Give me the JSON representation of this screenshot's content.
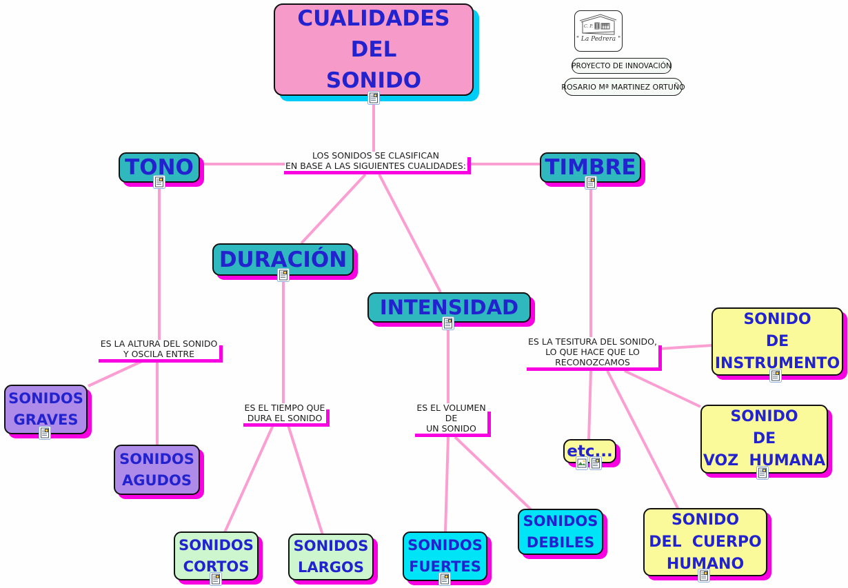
{
  "colors": {
    "magenta": "#F802E2",
    "pink-line": "#FB9ED2",
    "cyan-shadow": "#00CDF5",
    "text-blue": "#2222CE",
    "box-pink": "#F59AC9",
    "box-teal": "#2FB9BE",
    "box-purple": "#AE8BE9",
    "box-green": "#CDF6CE",
    "box-cyan": "#00E4F8",
    "box-yellow": "#FAFA9B"
  },
  "header": {
    "logo": {
      "abbr": "C. P.",
      "name": "\" La Pedrera \""
    },
    "project": "PROYECTO DE INNOVACIÓN",
    "author": "ROSARIO Mª MARTINEZ ORTUÑO"
  },
  "title": {
    "lines": [
      "CUALIDADES",
      "DEL",
      "SONIDO"
    ],
    "icon": "resource-icon"
  },
  "linking_phrases": {
    "clasifican": {
      "lines": [
        "LOS SONIDOS SE CLASIFICAN",
        "EN BASE A LAS SIGUIENTES CUALIDADES:"
      ]
    },
    "altura": {
      "lines": [
        "ES LA ALTURA DEL SONIDO",
        "Y OSCILA ENTRE"
      ]
    },
    "tiempo": {
      "lines": [
        "ES EL TIEMPO QUE",
        "DURA EL SONIDO"
      ]
    },
    "volumen": {
      "lines": [
        "ES EL VOLUMEN",
        "DE",
        "UN SONIDO"
      ]
    },
    "tesitura": {
      "lines": [
        "ES LA TESITURA DEL SONIDO,",
        "LO QUE HACE QUE LO",
        "RECONOZCAMOS"
      ]
    }
  },
  "concepts": {
    "tono": {
      "label": "TONO",
      "icon": "resource-icon"
    },
    "timbre": {
      "label": "TIMBRE",
      "icon": "resource-icon"
    },
    "duracion": {
      "label": "DURACIÓN",
      "icon": "resource-icon"
    },
    "intensidad": {
      "label": "INTENSIDAD",
      "icon": "resource-icon"
    },
    "graves": {
      "lines": [
        "SONIDOS",
        "GRAVES"
      ],
      "icon": "resource-icon"
    },
    "agudos": {
      "lines": [
        "SONIDOS",
        "AGUDOS"
      ]
    },
    "cortos": {
      "lines": [
        "SONIDOS",
        "CORTOS"
      ],
      "icon": "resource-icon"
    },
    "largos": {
      "lines": [
        "SONIDOS",
        "LARGOS"
      ]
    },
    "fuertes": {
      "lines": [
        "SONIDOS",
        "FUERTES"
      ],
      "icon": "resource-icon"
    },
    "debiles": {
      "lines": [
        "SONIDOS",
        "DEBILES"
      ]
    },
    "etc": {
      "label": "etc...",
      "icons": [
        "image-icon",
        "resource-icon"
      ]
    },
    "instrumento": {
      "lines": [
        "SONIDO",
        "DE",
        "INSTRUMENTO"
      ],
      "icon": "resource-icon"
    },
    "voz": {
      "lines": [
        "SONIDO",
        "DE",
        "VOZ  HUMANA"
      ],
      "icon": "resource-icon"
    },
    "cuerpo": {
      "lines": [
        "SONIDO",
        "DEL  CUERPO",
        "HUMANO"
      ],
      "icon": "resource-icon"
    }
  }
}
